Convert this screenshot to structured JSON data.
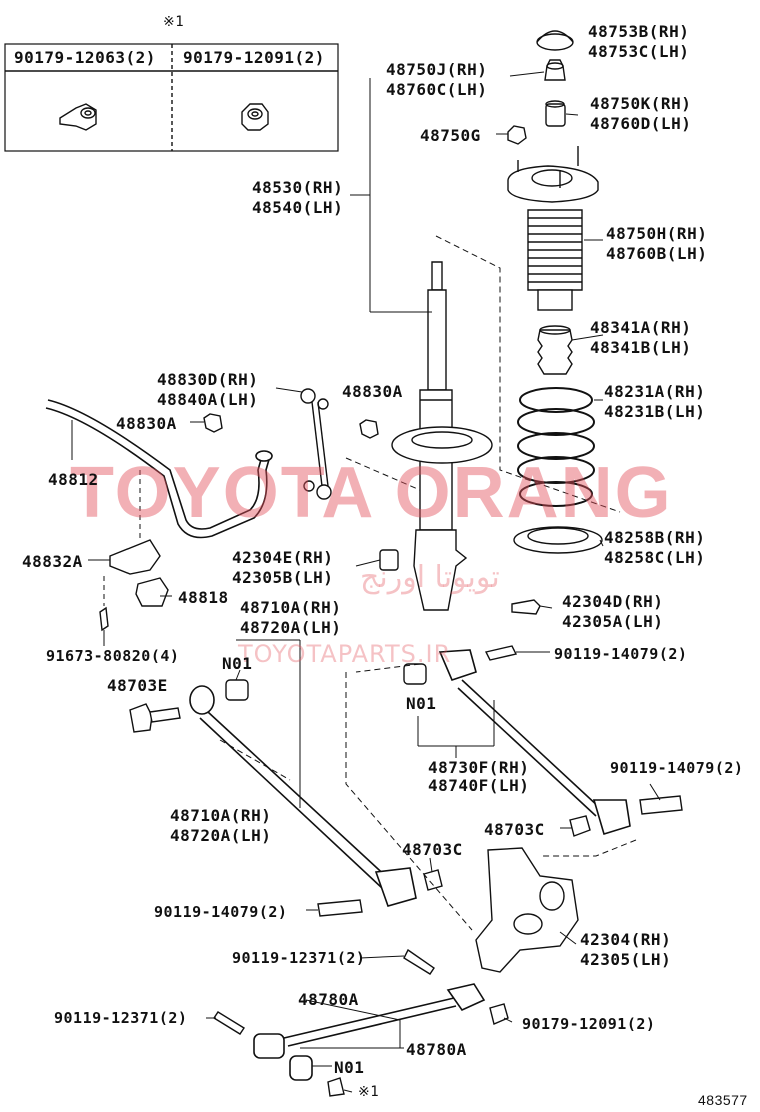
{
  "mark_top": "※1",
  "table": {
    "col1": "90179-12063(2)",
    "col2": "90179-12091(2)"
  },
  "labels": {
    "p48753": [
      "48753B(RH)",
      "48753C(LH)"
    ],
    "p48750j": [
      "48750J(RH)",
      "48760C(LH)"
    ],
    "p48750k": [
      "48750K(RH)",
      "48760D(LH)"
    ],
    "p48750g": "48750G",
    "p48530": [
      "48530(RH)",
      "48540(LH)"
    ],
    "p48750h": [
      "48750H(RH)",
      "48760B(LH)"
    ],
    "p48341": [
      "48341A(RH)",
      "48341B(LH)"
    ],
    "p48830d": [
      "48830D(RH)",
      "48840A(LH)"
    ],
    "p48830a_r": "48830A",
    "p48231": [
      "48231A(RH)",
      "48231B(LH)"
    ],
    "p48830a_l": "48830A",
    "p48812": "48812",
    "p48258": [
      "48258B(RH)",
      "48258C(LH)"
    ],
    "p42304e": [
      "42304E(RH)",
      "42305B(LH)"
    ],
    "p48832a": "48832A",
    "p48818": "48818",
    "p48710a_top": [
      "48710A(RH)",
      "48720A(LH)"
    ],
    "p42304d": [
      "42304D(RH)",
      "42305A(LH)"
    ],
    "p91673": "91673-80820(4)",
    "p90119_a": "90119-14079(2)",
    "n01_a": "N01",
    "p48703e": "48703E",
    "n01_b": "N01",
    "p48730f": [
      "48730F(RH)",
      "48740F(LH)"
    ],
    "p90119_b": "90119-14079(2)",
    "p48710a_bot": [
      "48710A(RH)",
      "48720A(LH)"
    ],
    "p48703c_a": "48703C",
    "p48703c_b": "48703C",
    "p90119_c": "90119-14079(2)",
    "p42304": [
      "42304(RH)",
      "42305(LH)"
    ],
    "p90119_12371_a": "90119-12371(2)",
    "p48780a_top": "48780A",
    "p90119_12371_b": "90119-12371(2)",
    "p90179_12091": "90179-12091(2)",
    "p48780a_right": "48780A",
    "n01_c": "N01",
    "mark_bottom": "※1",
    "diagram_number": "483577"
  },
  "watermark": {
    "main": "TOYOTA ORANG",
    "arabic": "تويوتا اورنج",
    "sub": "TOYOTAPARTS.IR"
  }
}
